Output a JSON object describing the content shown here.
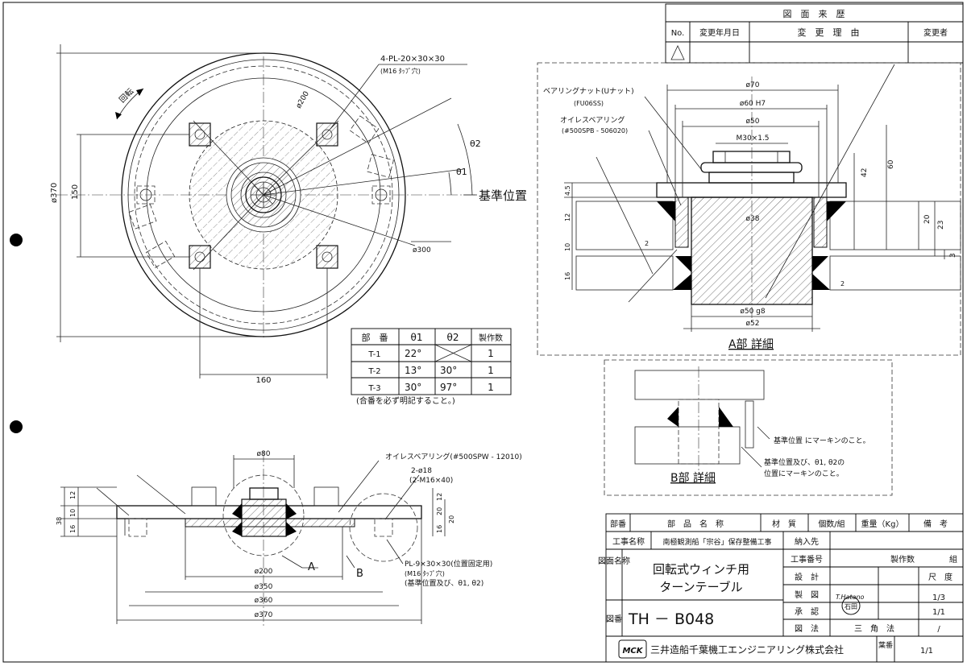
{
  "revision": {
    "title": "図　面　来　歴",
    "col_no": "No.",
    "col_date": "変更年月日",
    "col_reason": "変　更　理　由",
    "col_author": "変更者"
  },
  "top_view": {
    "pl_callout": "4-PL-20×30×30",
    "pl_tap": "(M16 ﾀｯﾌﾟ穴)",
    "rotation": "回転",
    "d200": "ø200",
    "d300": "ø300",
    "d370": "ø370",
    "dim150": "150",
    "dim160": "160",
    "theta1": "θ1",
    "theta2": "θ2",
    "ref_position": "基準位置"
  },
  "parts_table": {
    "headers": [
      "部　番",
      "θ1",
      "θ2",
      "製作数"
    ],
    "rows": [
      [
        "T-1",
        "22°",
        "",
        "1"
      ],
      [
        "T-2",
        "13°",
        "30°",
        "1"
      ],
      [
        "T-3",
        "30°",
        "97°",
        "1"
      ]
    ],
    "note": "(合番を必ず明記すること。)"
  },
  "detail_a": {
    "nut_label": "ベアリングナット(Uナット)",
    "nut_code": "(FU06SS)",
    "bearing_label": "オイレスベアリング",
    "bearing_code": "(#500SPB - 506020)",
    "d70": "ø70",
    "d60h7": "ø60  H7",
    "d50": "ø50",
    "m30": "M30×1.5",
    "d38": "ø38",
    "d50g8": "ø50  g8",
    "d52": "ø52",
    "v42": "42",
    "v60": "60",
    "v20": "20",
    "v23": "23",
    "v3": "3",
    "l45": "4.5",
    "l12": "12",
    "l10": "10",
    "l16": "16",
    "l2a": "2",
    "l2b": "2",
    "caption": "A部 詳細"
  },
  "detail_b": {
    "note1": "基準位置 にマーキンのこと。",
    "note2a": "基準位置及び、θ1, θ2の",
    "note2b": "位置にマーキンのこと。",
    "caption": "B部 詳細"
  },
  "section_view": {
    "d80": "ø80",
    "bearing_label": "オイレスベアリング(#500SPW - 12010)",
    "hole_label": "2-ø18",
    "hole_code": "(2-M16×40)",
    "pl_label": "PL-9×30×30(位置固定用)",
    "pl_tap": "(M16 ﾀｯﾌﾟ穴)",
    "pl_note": "(基準位置及び、θ1, θ2)",
    "d200": "ø200",
    "d350": "ø350",
    "d360": "ø360",
    "d370": "ø370",
    "h38": "38",
    "h12": "12",
    "h16": "16",
    "h10": "10",
    "r12": "12",
    "r20": "20",
    "r20b": "20",
    "r16": "16",
    "marker_a": "A",
    "marker_b": "B"
  },
  "title_block": {
    "h_part_no": "部番",
    "h_part_name": "部　品　名　称",
    "h_material": "材　質",
    "h_qty": "個数/組",
    "h_weight": "重量（Kg）",
    "h_remarks": "備　考",
    "work_name_label": "工事名称",
    "work_name": "南極観測船「宗谷」保存整備工事",
    "delivery_label": "納入先",
    "drawing_name_label": "図面名称",
    "drawing_name_1": "回転式ウィンチ用",
    "drawing_name_2": "ターンテーブル",
    "work_no_label": "工事番号",
    "design_label": "設　計",
    "draw_label": "製　図",
    "approve_label": "承　認",
    "method_label": "図　法",
    "method_value": "三　角　法",
    "qty_label": "製作数",
    "qty_unit": "組",
    "scale_label": "尺　度",
    "scale_1": "1/3",
    "scale_2": "1/1",
    "scale_3": "/",
    "drafter_sign": "T.Hatano",
    "stamp": "石田",
    "drawing_no_label": "図番",
    "drawing_no": "TH － B048",
    "logo_text": "MCK",
    "company": "三井造船千葉機工エンジニアリング株式会社",
    "sheet_label": "葉番",
    "sheet_value": "1/1"
  }
}
